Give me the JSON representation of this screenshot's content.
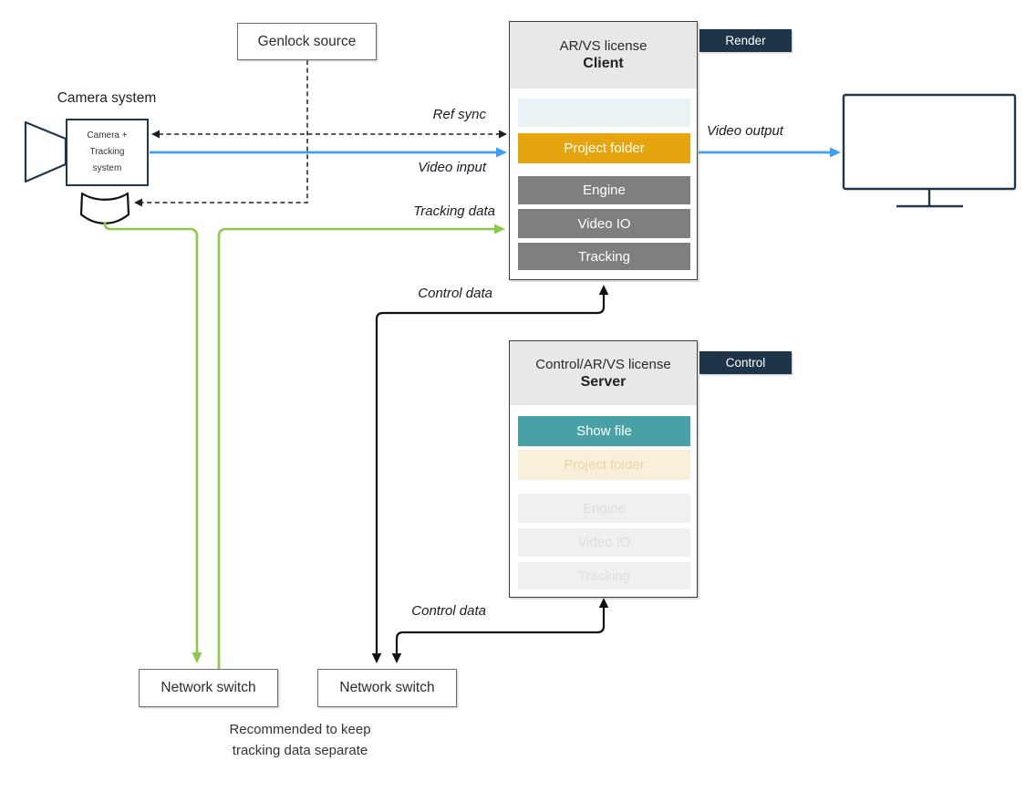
{
  "camera": {
    "heading": "Camera system",
    "label_line1": "Camera +",
    "label_line2": "Tracking",
    "label_line3": "system"
  },
  "genlock": {
    "label": "Genlock source"
  },
  "client": {
    "header_license": "AR/VS license",
    "header_role": "Client",
    "tag": "Render",
    "rows": {
      "show_file_slot": "",
      "project_folder": "Project folder",
      "engine": "Engine",
      "video_io": "Video IO",
      "tracking": "Tracking"
    }
  },
  "server": {
    "header_license": "Control/AR/VS license",
    "header_role": "Server",
    "tag": "Control",
    "rows": {
      "show_file": "Show file",
      "project_folder": "Project folder",
      "engine": "Engine",
      "video_io": "Video IO",
      "tracking": "Tracking"
    }
  },
  "switches": {
    "left": "Network switch",
    "right": "Network switch"
  },
  "note": {
    "line1": "Recommended to keep",
    "line2": "tracking data separate"
  },
  "labels": {
    "ref_sync": "Ref sync",
    "video_input": "Video input",
    "tracking_data": "Tracking data",
    "control_data_upper": "Control data",
    "control_data_lower": "Control data",
    "video_output": "Video output"
  },
  "icons": {
    "camera": "camera-icon",
    "monitor": "monitor-icon"
  },
  "colors": {
    "accent_blue": "#3da0f2",
    "accent_green": "#8ec74f",
    "amber": "#e6a50e",
    "teal": "#48a1a7",
    "navy_tag": "#1e3448",
    "module_gray": "#7f7f7f",
    "header_gray": "#e8e8e8",
    "faded_cream": "#faf0da",
    "faded_gray": "#f0f0f0",
    "empty_row_blue": "#e9f3f6"
  }
}
